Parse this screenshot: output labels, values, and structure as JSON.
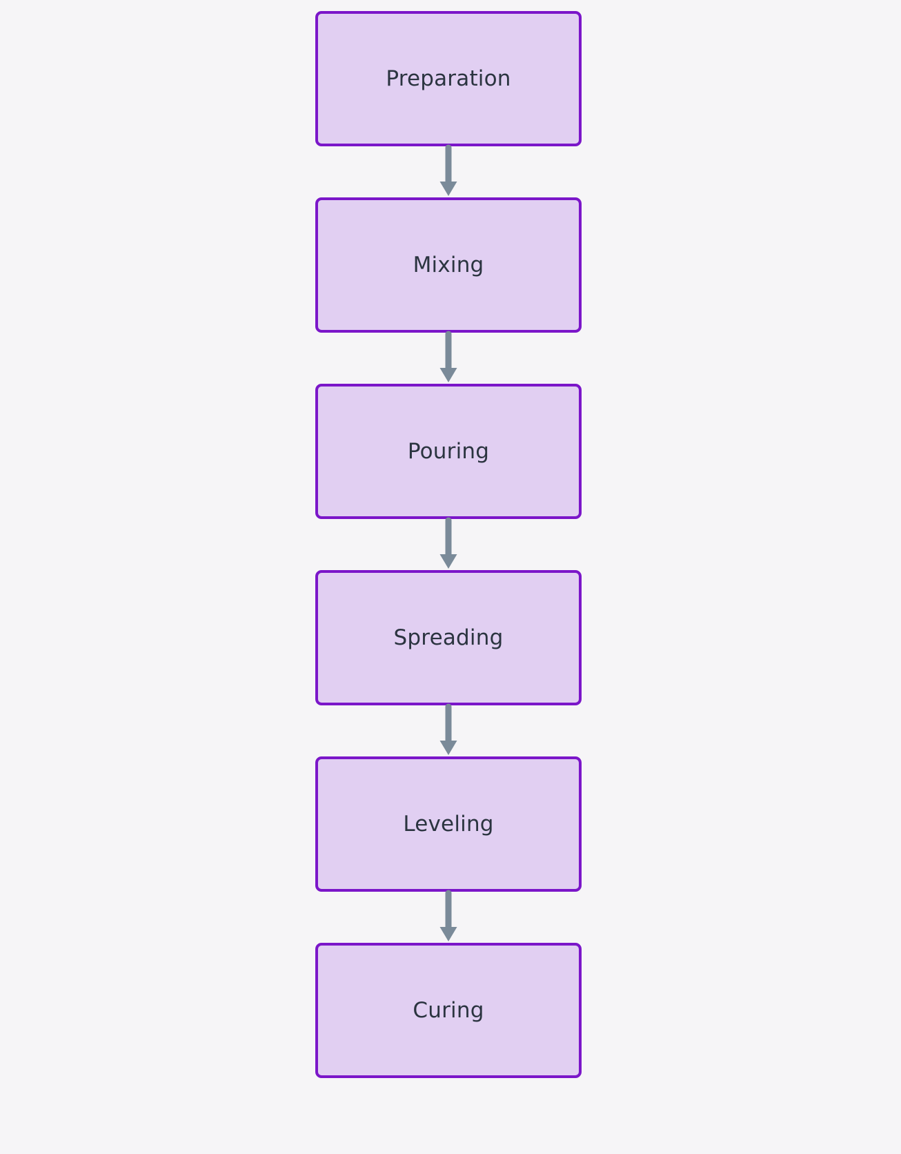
{
  "diagram": {
    "type": "flowchart",
    "orientation": "top-to-bottom",
    "title": "",
    "background_color": "#f6f5f7",
    "node_style": {
      "fill_color": "#e1cff2",
      "border_color": "#7b16c9",
      "text_color": "#2b3440"
    },
    "edge_style": {
      "color": "#7a8a99",
      "arrowhead": "solid-triangle"
    },
    "nodes": [
      {
        "id": "preparation",
        "label": "Preparation"
      },
      {
        "id": "mixing",
        "label": "Mixing"
      },
      {
        "id": "pouring",
        "label": "Pouring"
      },
      {
        "id": "spreading",
        "label": "Spreading"
      },
      {
        "id": "leveling",
        "label": "Leveling"
      },
      {
        "id": "curing",
        "label": "Curing"
      }
    ],
    "edges": [
      {
        "id": "edge-1",
        "from": "preparation",
        "to": "mixing",
        "label": ""
      },
      {
        "id": "edge-2",
        "from": "mixing",
        "to": "pouring",
        "label": ""
      },
      {
        "id": "edge-3",
        "from": "pouring",
        "to": "spreading",
        "label": ""
      },
      {
        "id": "edge-4",
        "from": "spreading",
        "to": "leveling",
        "label": ""
      },
      {
        "id": "edge-5",
        "from": "leveling",
        "to": "curing",
        "label": ""
      }
    ]
  }
}
